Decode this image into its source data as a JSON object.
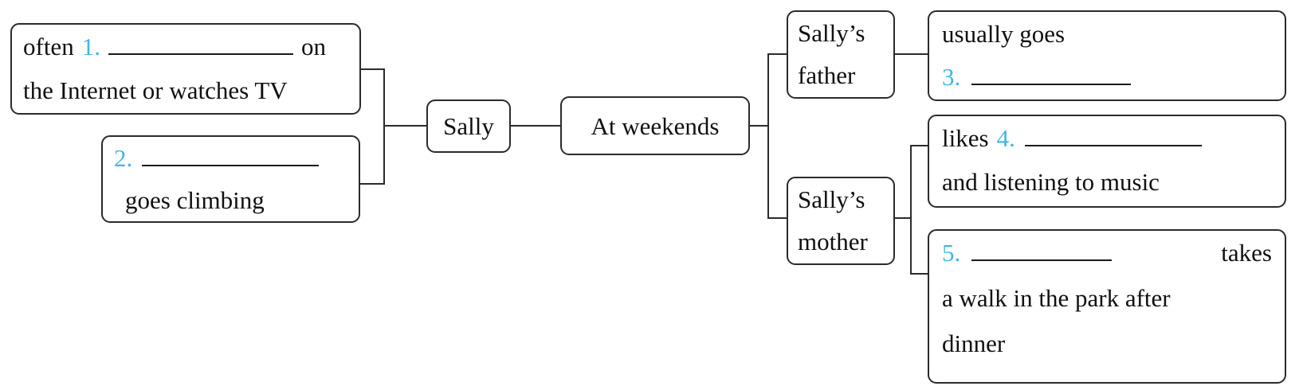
{
  "diagram": {
    "title": "Sally's weekend activities mind map",
    "accent_color": "#41b6e6",
    "line_color": "#2b2b2b",
    "background_color": "#ffffff",
    "boxes": {
      "box1": {
        "name": "internet-tv-box",
        "line1_before": "often",
        "line1_number": "1.",
        "line1_after": "on",
        "line2": "the Internet or watches TV"
      },
      "box2": {
        "name": "goes-climbing-box",
        "line1_number": "2.",
        "line2": "goes climbing"
      },
      "sally": {
        "name": "sally-box",
        "label": "Sally"
      },
      "weekends": {
        "name": "at-weekends-box",
        "label": "At weekends"
      },
      "father": {
        "name": "sallys-father-box",
        "line1": "Sally’s",
        "line2": "father"
      },
      "mother": {
        "name": "sallys-mother-box",
        "line1": "Sally’s",
        "line2": "mother"
      },
      "box3": {
        "name": "usually-goes-box",
        "line1": "usually goes",
        "line2_number": "3."
      },
      "box4": {
        "name": "likes-listening-box",
        "line1_before": "likes",
        "line1_number": "4.",
        "line2": "and listening to music"
      },
      "box5": {
        "name": "takes-a-walk-box",
        "line1_number": "5.",
        "line1_after": "takes",
        "line2": "a walk in the park after",
        "line3": "dinner"
      }
    },
    "blanks": [
      {
        "id": "blank-1",
        "for": "1."
      },
      {
        "id": "blank-2",
        "for": "2."
      },
      {
        "id": "blank-3",
        "for": "3."
      },
      {
        "id": "blank-4",
        "for": "4."
      },
      {
        "id": "blank-5",
        "for": "5."
      }
    ]
  }
}
